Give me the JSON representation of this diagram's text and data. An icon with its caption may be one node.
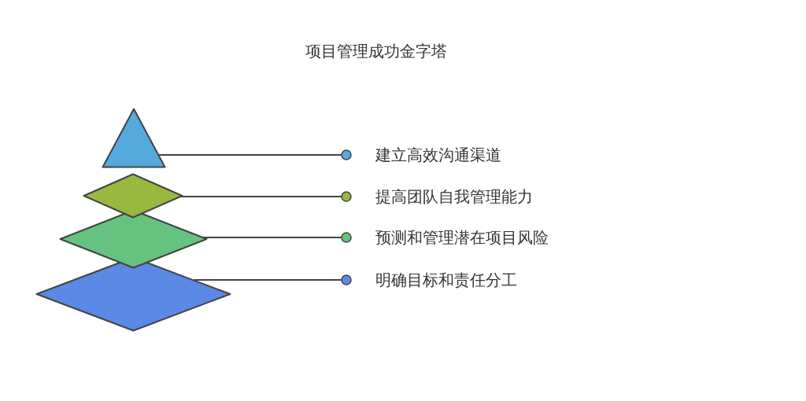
{
  "diagram": {
    "title": "项目管理成功金字塔",
    "nodes": [
      {
        "text": [],
        "shape": "triangle"
      },
      {
        "text": [],
        "shape": "diamond"
      },
      {
        "text": [],
        "shape": "diamond"
      },
      {
        "text": [],
        "shape": "diamond"
      },
      {
        "text": [
          "建立高效沟通渠道"
        ]
      },
      {
        "text": [
          "提高团队自我管理能力"
        ]
      },
      {
        "text": [
          "预测和管理潜在项目风险"
        ]
      },
      {
        "text": [
          "明确目标和责任分工"
        ]
      }
    ],
    "edges": [
      {
        "from": 0,
        "to": 4,
        "arrow": "other"
      },
      {
        "from": 1,
        "to": 5,
        "arrow": "other"
      },
      {
        "from": 2,
        "to": 6,
        "arrow": "other"
      },
      {
        "from": 3,
        "to": 7,
        "arrow": "other"
      }
    ]
  }
}
